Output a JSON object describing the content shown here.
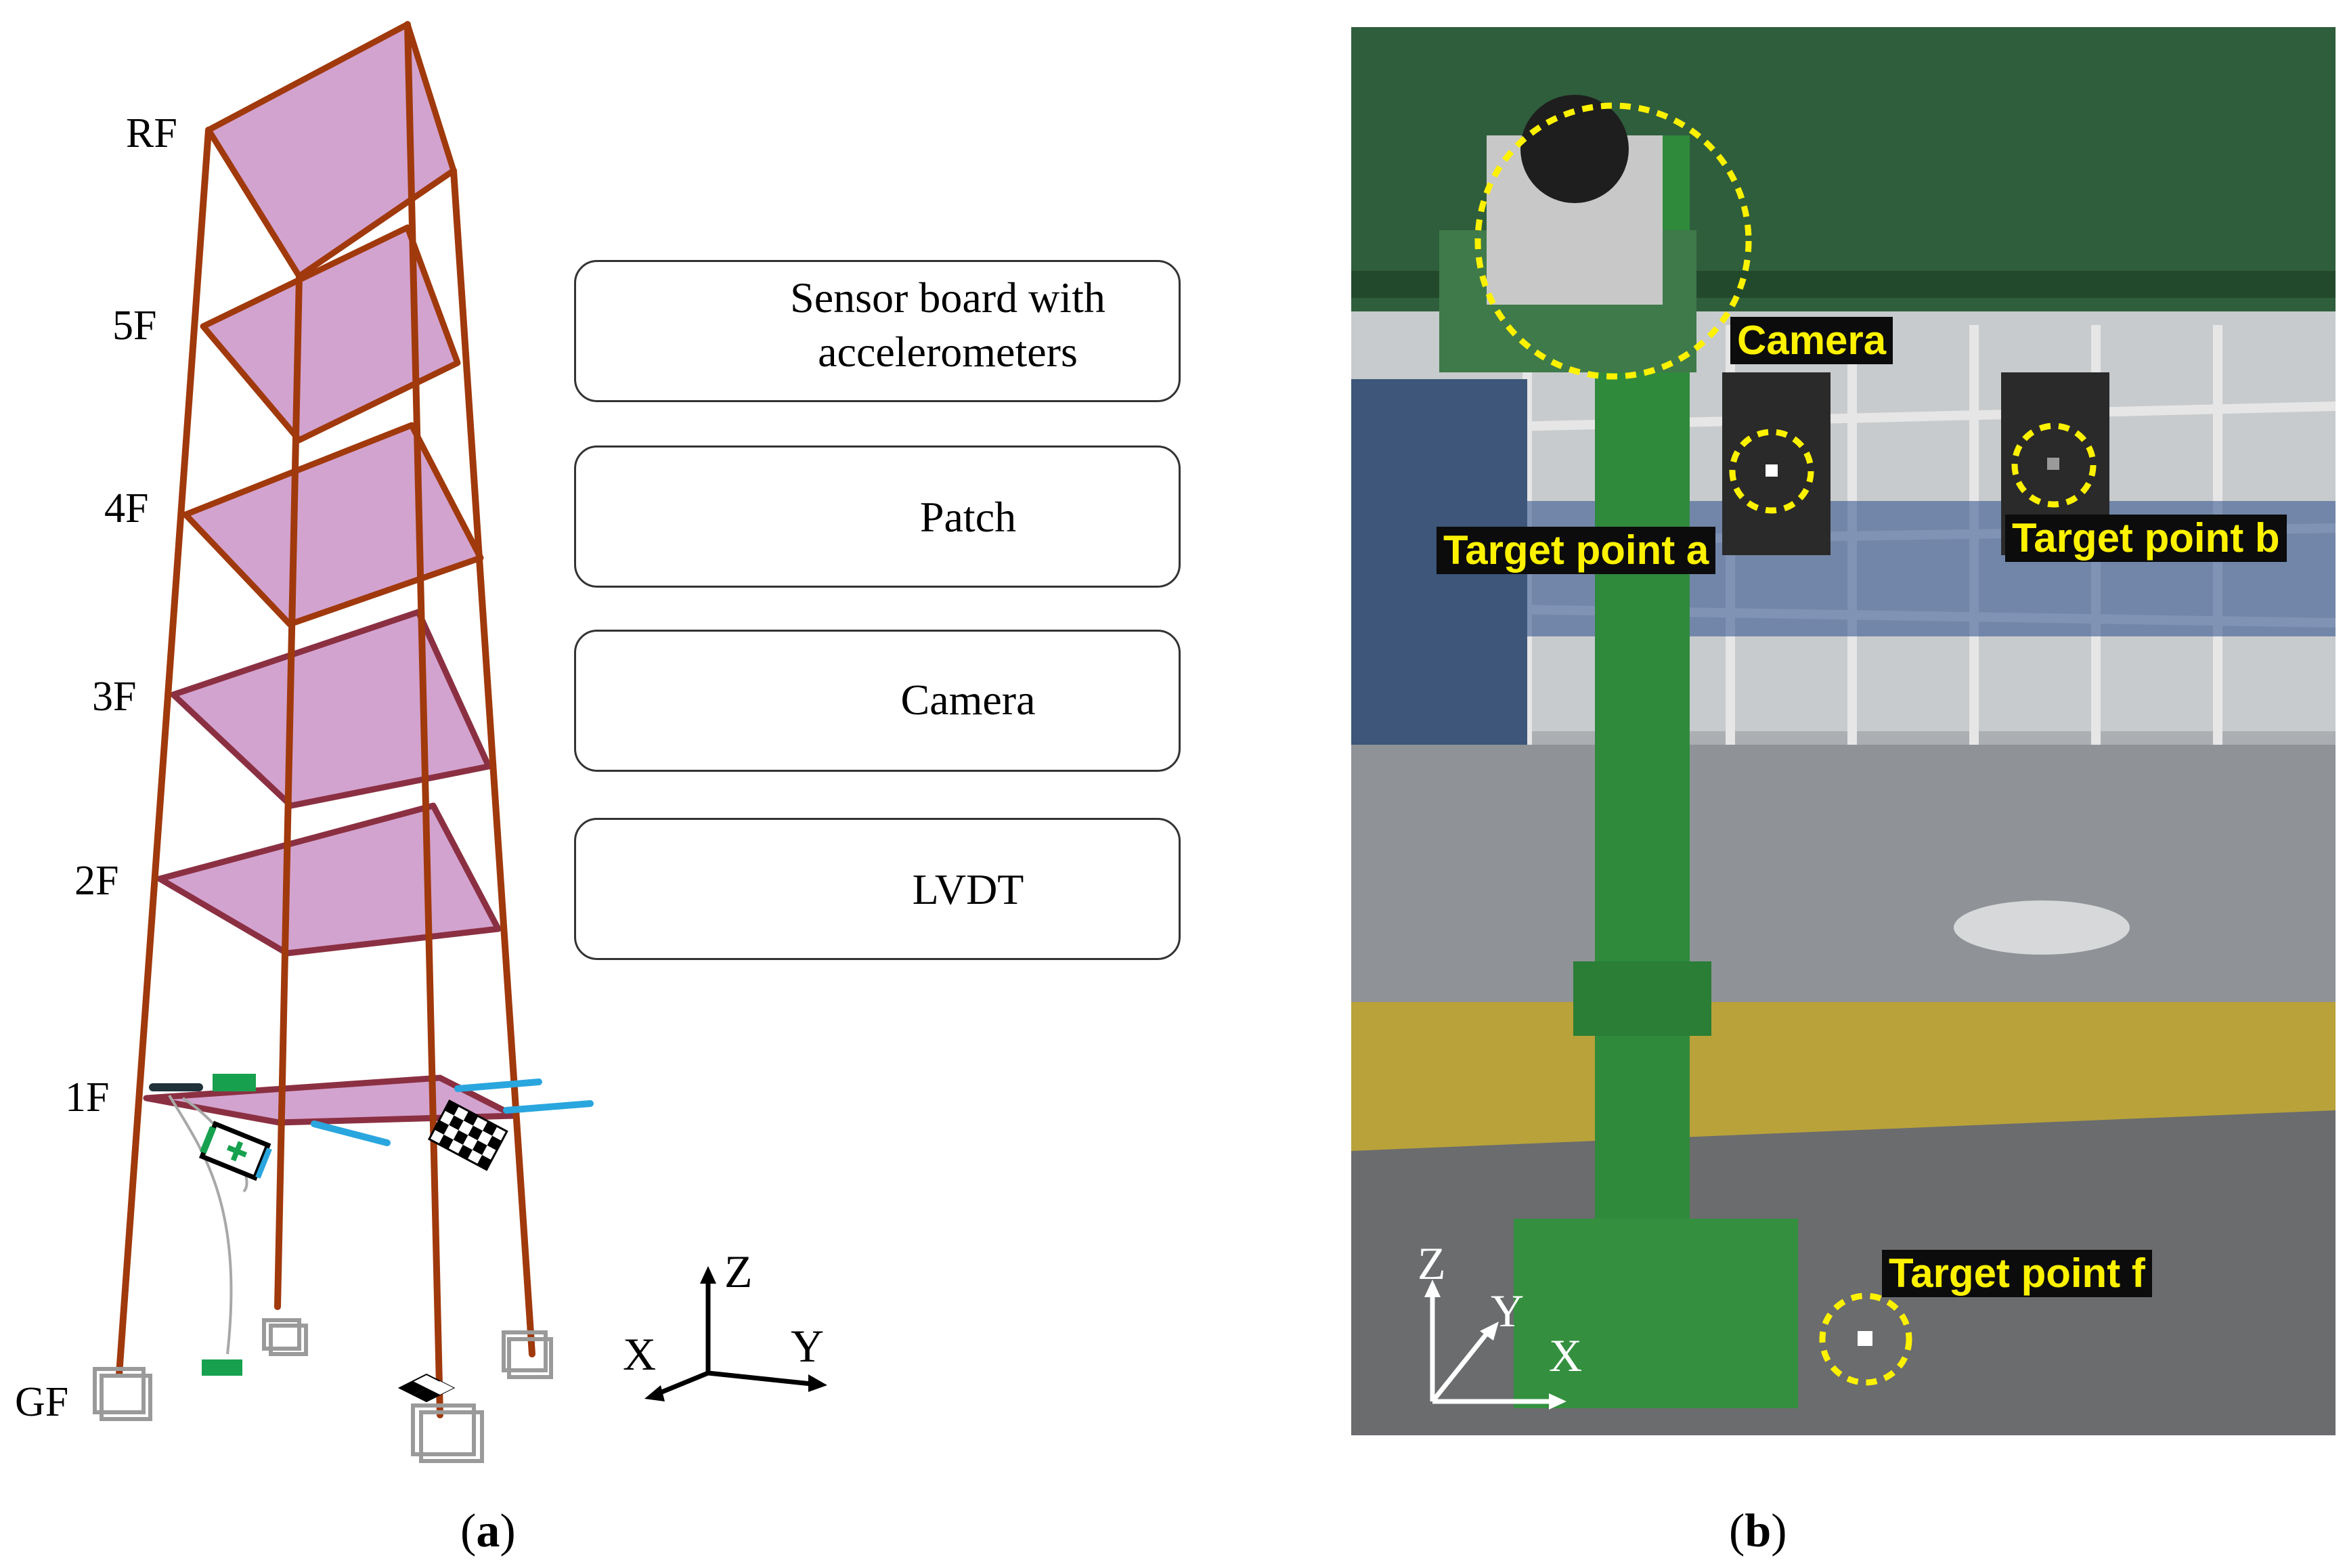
{
  "panel_a": {
    "floor_labels": [
      "RF",
      "5F",
      "4F",
      "3F",
      "2F",
      "1F",
      "GF"
    ],
    "legend": [
      {
        "icon": "accelerometer-board-icon",
        "label": "Sensor board with accelerometers"
      },
      {
        "icon": "checker-patch-icon",
        "label": "Patch"
      },
      {
        "icon": "camera-icon",
        "label": "Camera"
      },
      {
        "icon": "lvdt-icon",
        "label": "LVDT"
      }
    ],
    "axes": {
      "z": "Z",
      "x": "X",
      "y": "Y"
    },
    "caption_prefix": "(",
    "caption_letter": "a",
    "caption_suffix": ")",
    "colors": {
      "frame": "#a0390c",
      "slab": "#d3a3cf",
      "sensor": "#17a14f",
      "lvdt": "#2aa6de"
    }
  },
  "panel_b": {
    "labels": {
      "camera": "Camera",
      "target_a": "Target point a",
      "target_b": "Target point b",
      "target_f": "Target point f"
    },
    "axes": {
      "z": "Z",
      "y": "Y",
      "x": "X"
    },
    "caption_prefix": "(",
    "caption_letter": "b",
    "caption_suffix": ")",
    "colors": {
      "highlight": "#fff200",
      "steel_green": "#2f8a3c"
    }
  }
}
